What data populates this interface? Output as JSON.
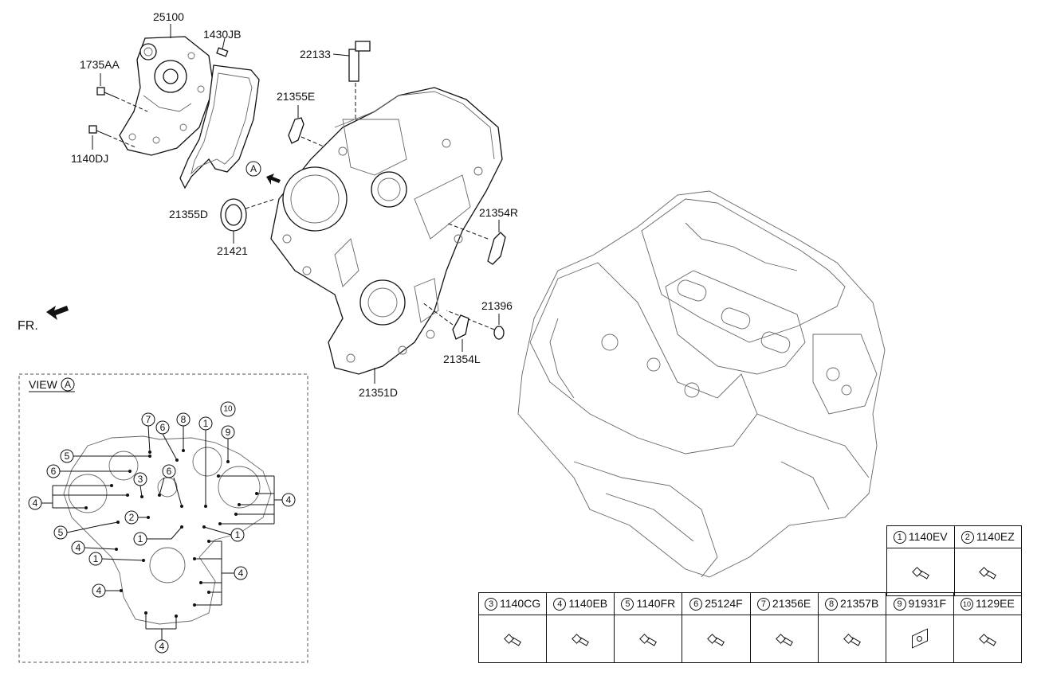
{
  "labels": {
    "p25100": "25100",
    "p1430JB": "1430JB",
    "p1735AA": "1735AA",
    "p1140DJ": "1140DJ",
    "p21355D": "21355D",
    "p21421": "21421",
    "p22133": "22133",
    "p21355E": "21355E",
    "p21354R": "21354R",
    "p21396": "21396",
    "p21354L": "21354L",
    "p21351D": "21351D",
    "view_marker": "A",
    "front": "FR."
  },
  "view": {
    "title": "VIEW",
    "marker": "A",
    "callouts": [
      "7",
      "6",
      "8",
      "1",
      "10",
      "9",
      "5",
      "6",
      "3",
      "6",
      "4",
      "2",
      "4",
      "5",
      "1",
      "1",
      "4",
      "1",
      "4",
      "4",
      "4"
    ]
  },
  "legend": {
    "top_row": [
      {
        "num": "1",
        "code": "1140EV",
        "icon": "bolt-icon"
      },
      {
        "num": "2",
        "code": "1140EZ",
        "icon": "bolt-icon"
      }
    ],
    "bottom_row": [
      {
        "num": "3",
        "code": "1140CG",
        "icon": "bolt-icon"
      },
      {
        "num": "4",
        "code": "1140EB",
        "icon": "bolt-icon"
      },
      {
        "num": "5",
        "code": "1140FR",
        "icon": "bolt-icon"
      },
      {
        "num": "6",
        "code": "25124F",
        "icon": "bolt-icon"
      },
      {
        "num": "7",
        "code": "21356E",
        "icon": "bolt-icon"
      },
      {
        "num": "8",
        "code": "21357B",
        "icon": "bolt-icon"
      },
      {
        "num": "9",
        "code": "91931F",
        "icon": "bracket-icon"
      },
      {
        "num": "10",
        "code": "1129EE",
        "icon": "bolt-icon"
      }
    ]
  }
}
